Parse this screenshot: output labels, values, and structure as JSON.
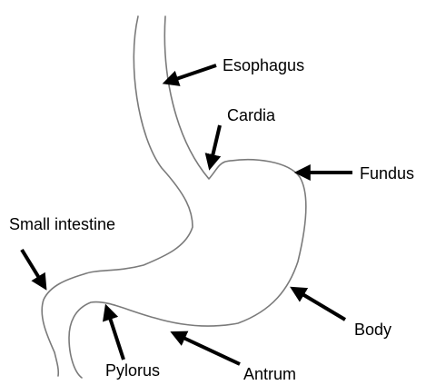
{
  "diagram": {
    "labels": {
      "esophagus": "Esophagus",
      "cardia": "Cardia",
      "fundus": "Fundus",
      "small_intestine": "Small intestine",
      "body": "Body",
      "pylorus": "Pylorus",
      "antrum": "Antrum"
    }
  }
}
